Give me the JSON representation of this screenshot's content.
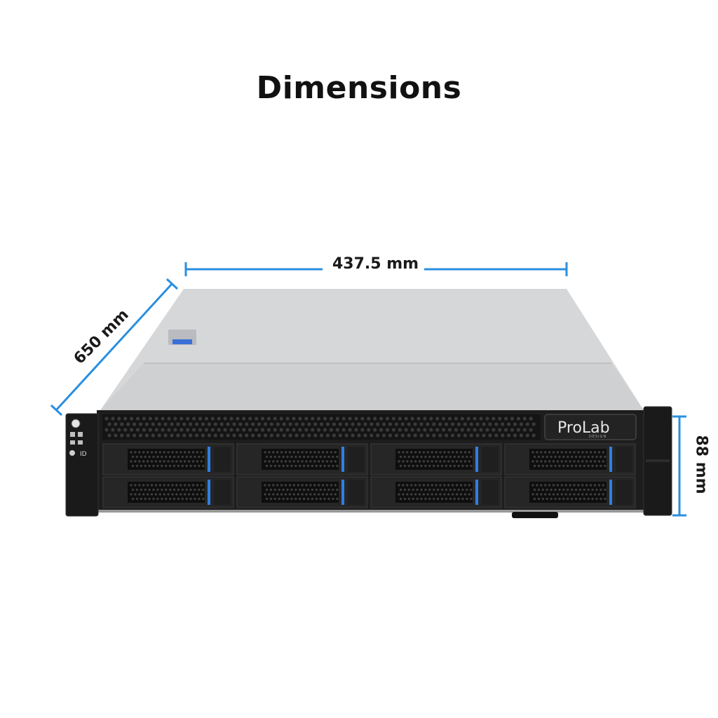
{
  "title": "Dimensions",
  "dimensions": {
    "width": "437.5 mm",
    "depth": "650 mm",
    "height": "88 mm"
  },
  "brand": {
    "logo_text": "ProLab",
    "logo_sub": "DESIGN"
  },
  "colors": {
    "accent": "#2a8fe0",
    "chassis_dark": "#1b1b1b",
    "chassis_top": "#d8d8d8",
    "drive_stripe": "#2f7fe3"
  },
  "front_panel": {
    "drive_bays": 8,
    "icons": [
      "power-icon",
      "status-led-icon",
      "lan-icon",
      "id-icon"
    ]
  }
}
